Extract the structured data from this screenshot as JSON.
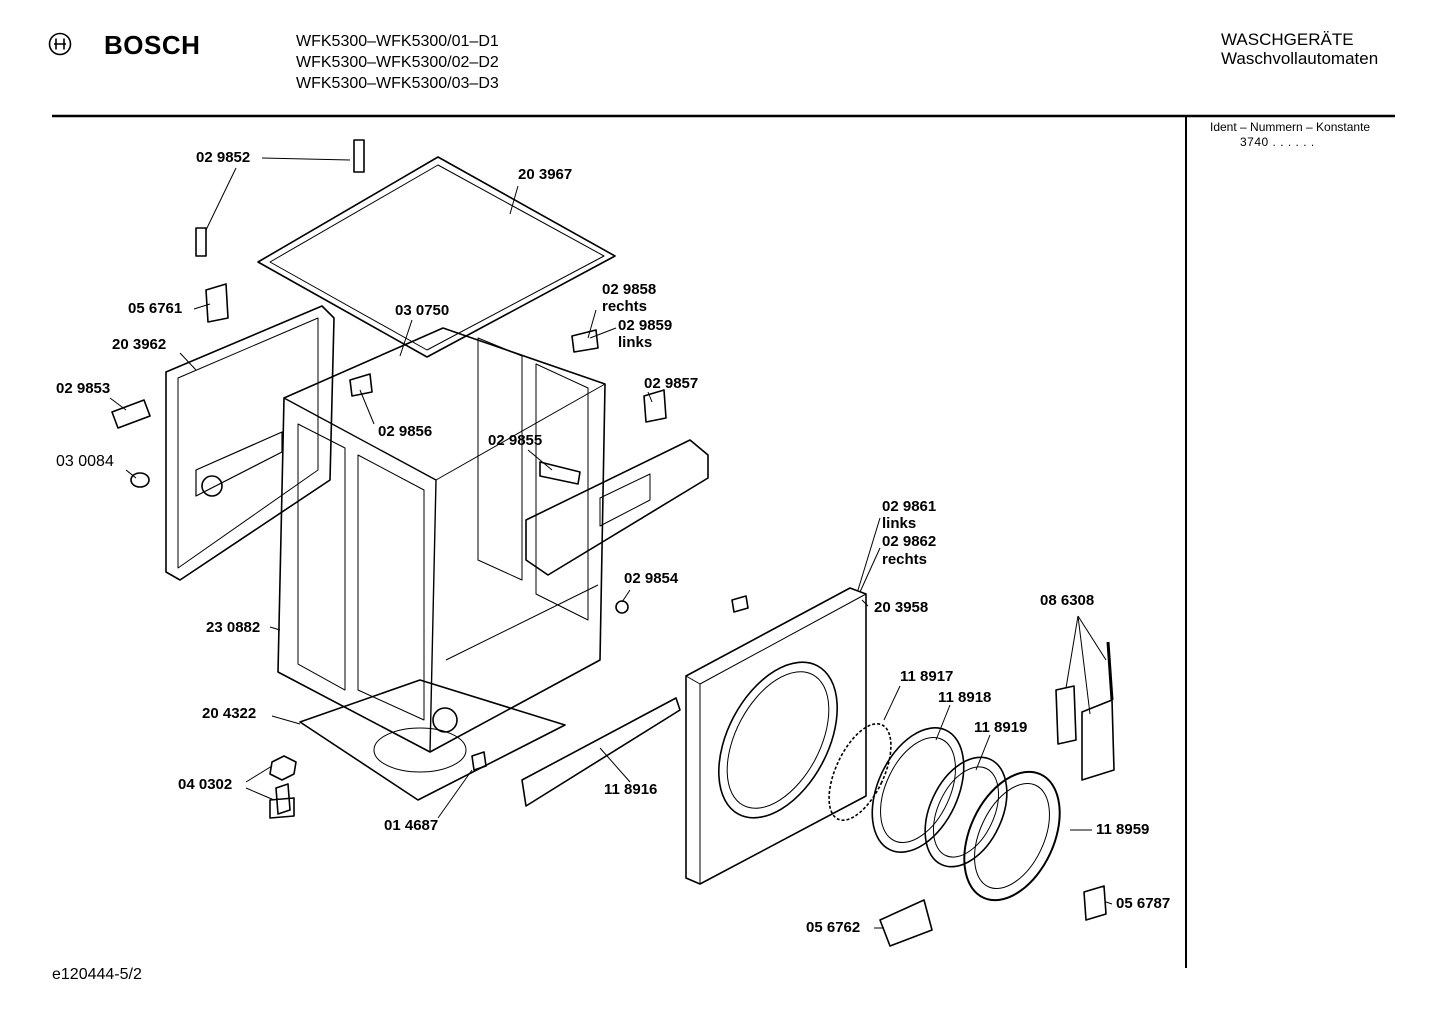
{
  "header": {
    "brand": "BOSCH",
    "models": [
      "WFK5300–WFK5300/01–D1",
      "WFK5300–WFK5300/02–D2",
      "WFK5300–WFK5300/03–D3"
    ],
    "category": "WASCHGERÄTE",
    "subcategory": "Waschvollautomaten"
  },
  "side": {
    "ident_label": "Ident – Nummern – Konstante",
    "constant": "3740 .  .  .  .  .  ."
  },
  "footer": {
    "code": "e120444-5/2"
  },
  "parts": [
    {
      "id": "p029852",
      "label": "02 9852"
    },
    {
      "id": "p203967",
      "label": "20 3967"
    },
    {
      "id": "p056761",
      "label": "05 6761"
    },
    {
      "id": "p030750",
      "label": "03 0750"
    },
    {
      "id": "p029858",
      "label": "02 9858"
    },
    {
      "id": "p_rechts1",
      "label": "rechts"
    },
    {
      "id": "p029859",
      "label": "02 9859"
    },
    {
      "id": "p_links1",
      "label": "links"
    },
    {
      "id": "p203962",
      "label": "20 3962"
    },
    {
      "id": "p029853",
      "label": "02 9853"
    },
    {
      "id": "p029857",
      "label": "02 9857"
    },
    {
      "id": "p029856",
      "label": "02 9856"
    },
    {
      "id": "p029855",
      "label": "02 9855"
    },
    {
      "id": "p030084",
      "label": "03 0084"
    },
    {
      "id": "p029861",
      "label": "02 9861"
    },
    {
      "id": "p_links2",
      "label": "links"
    },
    {
      "id": "p029862",
      "label": "02 9862"
    },
    {
      "id": "p_rechts2",
      "label": "rechts"
    },
    {
      "id": "p029854",
      "label": "02 9854"
    },
    {
      "id": "p203958",
      "label": "20 3958"
    },
    {
      "id": "p086308",
      "label": "08 6308"
    },
    {
      "id": "p230882",
      "label": "23 0882"
    },
    {
      "id": "p118917",
      "label": "11 8917"
    },
    {
      "id": "p118918",
      "label": "11 8918"
    },
    {
      "id": "p204322",
      "label": "20 4322"
    },
    {
      "id": "p118919",
      "label": "11 8919"
    },
    {
      "id": "p040302",
      "label": "04 0302"
    },
    {
      "id": "p118916",
      "label": "11 8916"
    },
    {
      "id": "p118959",
      "label": "11 8959"
    },
    {
      "id": "p014687",
      "label": "01 4687"
    },
    {
      "id": "p056787",
      "label": "05 6787"
    },
    {
      "id": "p056762",
      "label": "05 6762"
    }
  ]
}
